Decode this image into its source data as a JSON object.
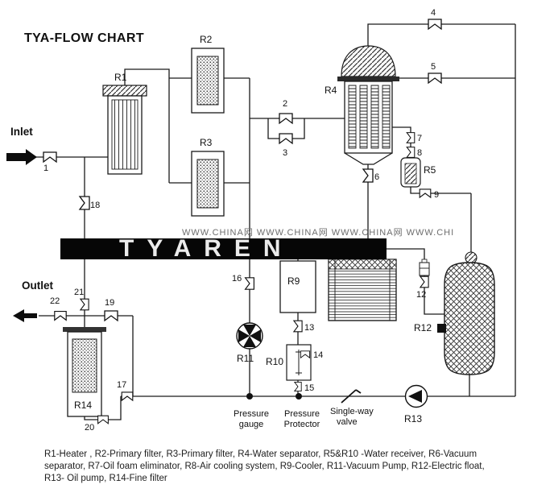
{
  "title": "TYA-FLOW CHART",
  "labels": {
    "inlet": "Inlet",
    "outlet": "Outlet",
    "pressure_gauge_line1": "Pressure",
    "pressure_gauge_line2": "gauge",
    "pressure_protector_line1": "Pressure",
    "pressure_protector_line2": "Protector",
    "single_way_line1": "Single-way",
    "single_way_line2": "valve"
  },
  "equipment": {
    "r1": "R1",
    "r2": "R2",
    "r3": "R3",
    "r4": "R4",
    "r5": "R5",
    "r9": "R9",
    "r10": "R10",
    "r11": "R11",
    "r12": "R12",
    "r13": "R13",
    "r14": "R14"
  },
  "valves": {
    "v1": "1",
    "v2": "2",
    "v3": "3",
    "v4": "4",
    "v5": "5",
    "v6": "6",
    "v7": "7",
    "v8": "8",
    "v9": "9",
    "v12": "12",
    "v13": "13",
    "v14": "14",
    "v15": "15",
    "v16": "16",
    "v17": "17",
    "v18": "18",
    "v19": "19",
    "v20": "20",
    "v21": "21",
    "v22": "22"
  },
  "watermark": {
    "row": "WWW.CHINA网 WWW.CHINA网 WWW.CHINA网 WWW.CHI",
    "band": "TYAREN"
  },
  "legend": {
    "line1": "R1-Heater , R2-Primary filter,  R3-Primary filter,  R4-Water separator, R5&R10 -Water receiver, R6-Vacuum",
    "line2": "separator, R7-Oil foam eliminator, R8-Air cooling system, R9-Cooler, R11-Vacuum Pump, R12-Electric float,",
    "line3": "R13- Oil pump, R14-Fine filter"
  },
  "colors": {
    "ink": "#111111",
    "band": "#060606"
  }
}
